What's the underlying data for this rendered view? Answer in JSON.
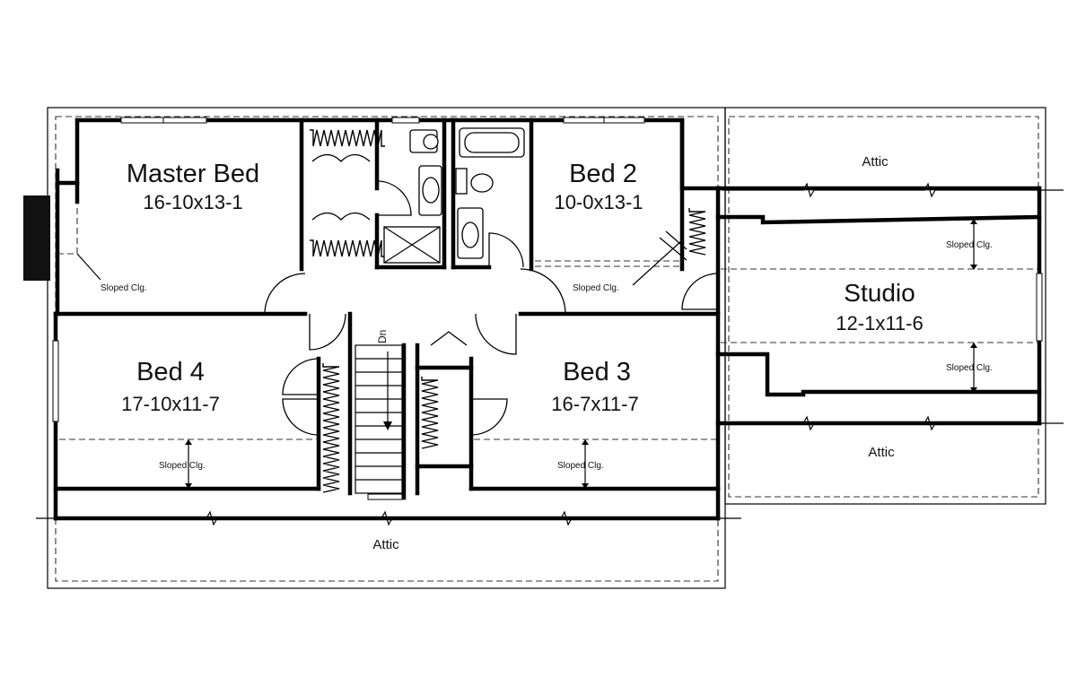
{
  "rooms": {
    "master": {
      "name": "Master Bed",
      "dims": "16-10x13-1"
    },
    "bed2": {
      "name": "Bed 2",
      "dims": "10-0x13-1"
    },
    "bed4": {
      "name": "Bed 4",
      "dims": "17-10x11-7"
    },
    "bed3": {
      "name": "Bed 3",
      "dims": "16-7x11-7"
    },
    "studio": {
      "name": "Studio",
      "dims": "12-1x11-6"
    }
  },
  "attic_label": "Attic",
  "sloped_label": "Sloped Clg.",
  "stair_label": "Dn"
}
